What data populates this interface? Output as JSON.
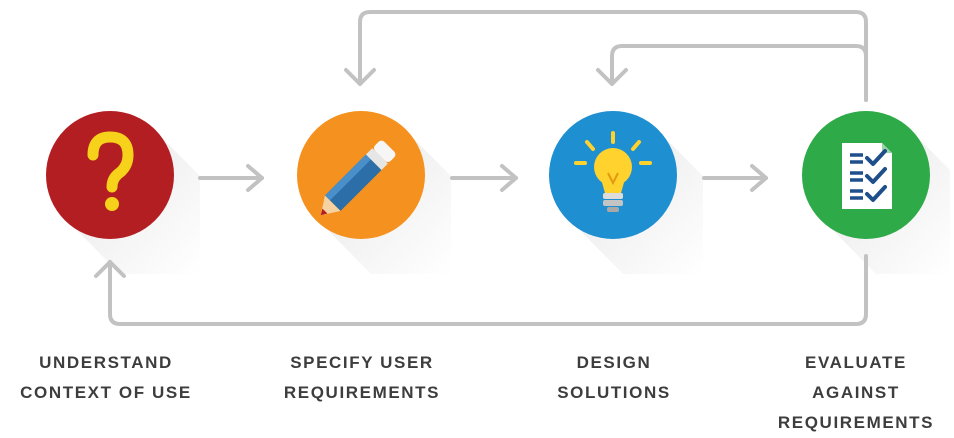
{
  "steps": [
    {
      "icon": "question-mark-icon",
      "color": "#b31e23",
      "lines": [
        "UNDERSTAND",
        "CONTEXT OF USE"
      ]
    },
    {
      "icon": "pencil-icon",
      "color": "#f5911e",
      "lines": [
        "SPECIFY USER",
        "REQUIREMENTS"
      ]
    },
    {
      "icon": "light-bulb-icon",
      "color": "#1e8fd1",
      "lines": [
        "DESIGN",
        "SOLUTIONS"
      ]
    },
    {
      "icon": "checklist-icon",
      "color": "#2eaa49",
      "lines": [
        "EVALUATE",
        "AGAINST",
        "REQUIREMENTS"
      ]
    }
  ],
  "colors": {
    "arrow": "#c2c2c2",
    "label": "#3d3d3d",
    "question_mark": "#f7d21b",
    "bulb": "#ffd22e",
    "pencil_body": "#2c6fa8",
    "doc_lines": "#1e4f8a"
  }
}
